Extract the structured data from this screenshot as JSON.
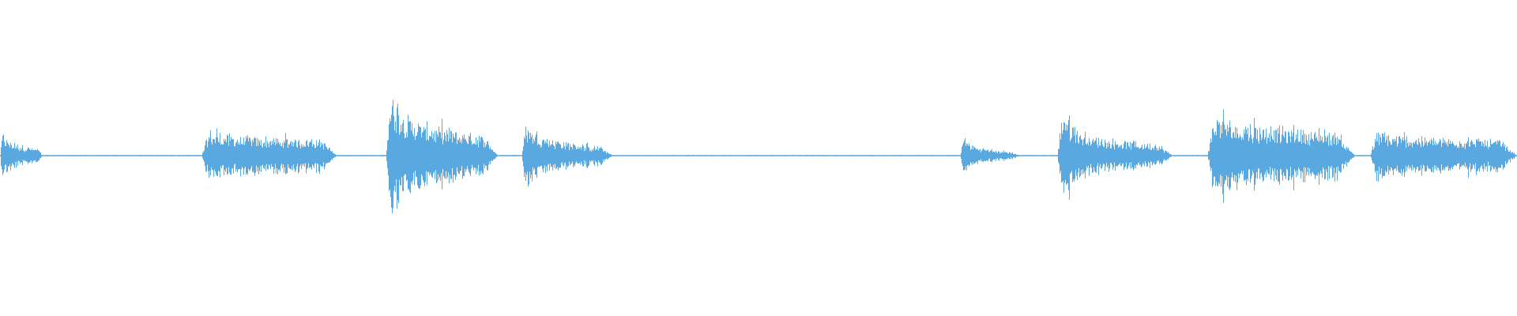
{
  "waveform": {
    "color": "#5aa8e0",
    "background": "#ffffff",
    "bursts": [
      {
        "start": 0.0,
        "end": 0.028,
        "peak": 0.18,
        "body": 0.09,
        "decay": 0.6,
        "density": 0.7
      },
      {
        "start": 0.133,
        "end": 0.222,
        "peak": 0.17,
        "body": 0.12,
        "decay": 0.15,
        "density": 0.9
      },
      {
        "start": 0.254,
        "end": 0.328,
        "peak": 0.52,
        "body": 0.22,
        "decay": 0.5,
        "density": 0.9
      },
      {
        "start": 0.344,
        "end": 0.404,
        "peak": 0.27,
        "body": 0.12,
        "decay": 0.65,
        "density": 0.8
      },
      {
        "start": 0.633,
        "end": 0.672,
        "peak": 0.16,
        "body": 0.06,
        "decay": 0.7,
        "density": 0.7
      },
      {
        "start": 0.697,
        "end": 0.773,
        "peak": 0.37,
        "body": 0.12,
        "decay": 0.45,
        "density": 0.9
      },
      {
        "start": 0.796,
        "end": 0.893,
        "peak": 0.28,
        "body": 0.2,
        "decay": 0.3,
        "density": 0.95
      },
      {
        "start": 0.903,
        "end": 1.0,
        "peak": 0.18,
        "body": 0.11,
        "decay": 0.1,
        "density": 0.85
      }
    ],
    "noise_floor": 0.004
  }
}
